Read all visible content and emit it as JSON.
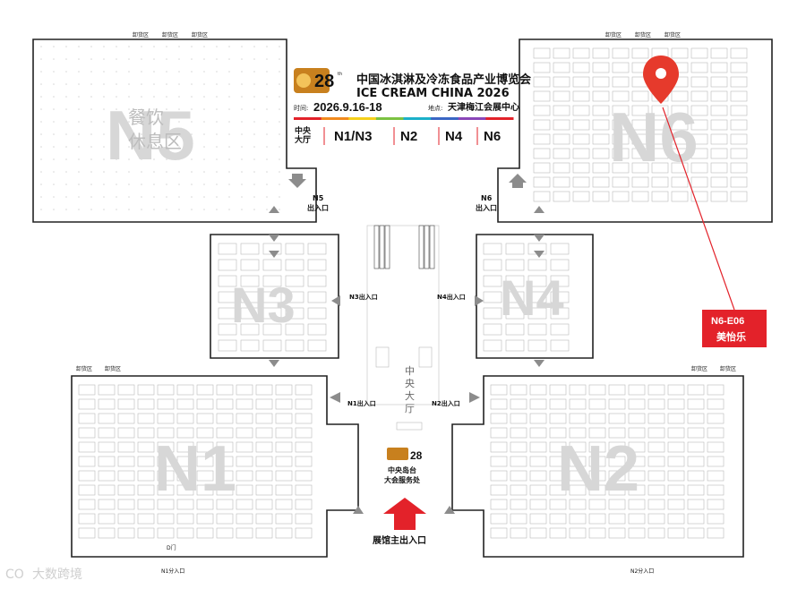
{
  "event": {
    "edition": "28",
    "edition_suffix": "th",
    "title_cn": "中国冰淇淋及冷冻食品产业博览会",
    "title_en": "ICE CREAM CHINA 2026",
    "time_label": "时间:",
    "date": "2026.9.16-18",
    "venue_label": "地点:",
    "venue": "天津梅江会展中心"
  },
  "hall_legend": [
    {
      "hall": "中央大厅",
      "note": ""
    },
    {
      "hall": "N1/N3",
      "note": ""
    },
    {
      "hall": "N2",
      "note": ""
    },
    {
      "hall": "N4",
      "note": ""
    },
    {
      "hall": "N6",
      "note": ""
    }
  ],
  "halls": {
    "n5": "N5",
    "n6": "N6",
    "n3": "N3",
    "n4": "N4",
    "n1": "N1",
    "n2": "N2",
    "n5_sub1": "餐饮",
    "n5_sub2": "休息区"
  },
  "entrances": {
    "n5": "N5\n出入口",
    "n6": "N6\n出入口",
    "n3": "N3出入口",
    "n4": "N4出入口",
    "n1": "N1出入口",
    "n2": "N2出入口",
    "main": "展馆主出入口",
    "n1_branch": "N1分入口",
    "n2_branch": "N2分入口",
    "d": "D门"
  },
  "unloading": "卸货区",
  "central_hall": "中央大厅",
  "service_desk_1": "中央岛台",
  "service_desk_2": "大会服务处",
  "highlight": {
    "booth_code": "N6-E06",
    "company": "美怡乐"
  },
  "watermark": "大数跨境",
  "colors": {
    "accent_red": "#e3222a",
    "pin_red": "#e63a2c",
    "hall_letter": "#d7d7d7",
    "arrow_grey": "#8c8c8c"
  }
}
